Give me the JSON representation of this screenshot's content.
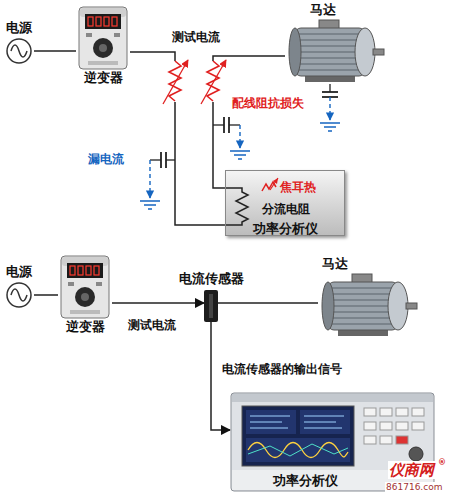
{
  "diagram": {
    "nodes": [
      {
        "text": [
          "电源"
        ]
      },
      {
        "text": [
          "逆变器"
        ]
      },
      {
        "text": [
          "马达"
        ]
      },
      {
        "text": [
          "焦耳热",
          "分流电阻",
          "功率分析仪"
        ]
      },
      {
        "text": [
          "电源"
        ]
      },
      {
        "text": [
          "逆变器"
        ]
      },
      {
        "text": [
          "电流传感器"
        ]
      },
      {
        "text": [
          "马达"
        ]
      },
      {
        "text": [
          "功率分析仪"
        ]
      }
    ],
    "edges": [
      {
        "from": 0,
        "to": 1,
        "arrow": "none"
      },
      {
        "from": 1,
        "to": 3,
        "arrow": "none"
      },
      {
        "from": 3,
        "to": 2,
        "arrow": "none"
      },
      {
        "from": 4,
        "to": 5,
        "arrow": "none"
      },
      {
        "from": 5,
        "to": 6,
        "arrow": "to"
      },
      {
        "from": 6,
        "to": 7,
        "arrow": "none"
      },
      {
        "from": 6,
        "to": 8,
        "arrow": "to"
      }
    ],
    "labels": [
      "测试电流",
      "配线阻抗损失",
      "漏电流",
      "测试电流",
      "电流传感器的输出信号",
      "仪商网",
      "®",
      "861716.com"
    ]
  }
}
